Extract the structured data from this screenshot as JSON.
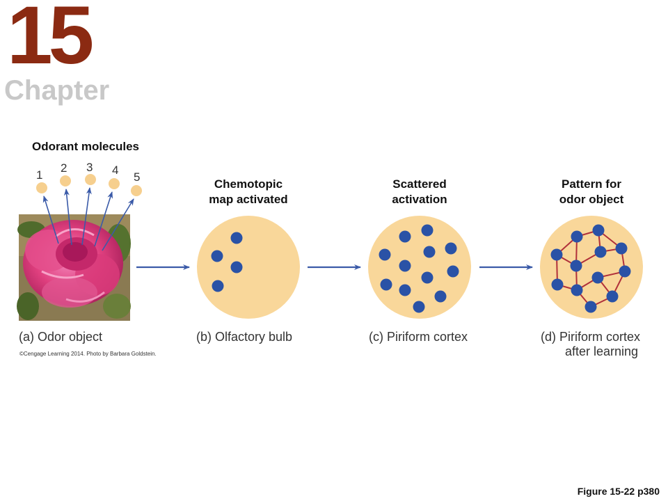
{
  "header": {
    "chapter_number": "15",
    "chapter_word": "Chapter"
  },
  "molecules": {
    "title": "Odorant molecules",
    "labels": [
      "1",
      "2",
      "3",
      "4",
      "5"
    ]
  },
  "panels": [
    {
      "heading_lines": [],
      "caption_lines": [
        "(a)  Odor object"
      ]
    },
    {
      "heading_lines": [
        "Chemotopic",
        "map activated"
      ],
      "caption_lines": [
        "(b)  Olfactory bulb"
      ]
    },
    {
      "heading_lines": [
        "Scattered",
        "activation"
      ],
      "caption_lines": [
        "(c)  Piriform cortex"
      ]
    },
    {
      "heading_lines": [
        "Pattern for",
        "odor object"
      ],
      "caption_lines": [
        "(d)  Piriform cortex",
        "after learning"
      ]
    }
  ],
  "credit": "©Cengage Learning 2014. Photo by Barbara Goldstein.",
  "figure_ref": "Figure 15-22 p380",
  "colors": {
    "chapter_red": "#8b2a12",
    "chapter_gray": "#c8c8c8",
    "circle_fill": "#f9d79a",
    "dot_blue": "#2a52a6",
    "arrow_blue": "#3a5aa8",
    "link_red": "#b0303a",
    "molecule_fill": "#f6cf8e"
  }
}
